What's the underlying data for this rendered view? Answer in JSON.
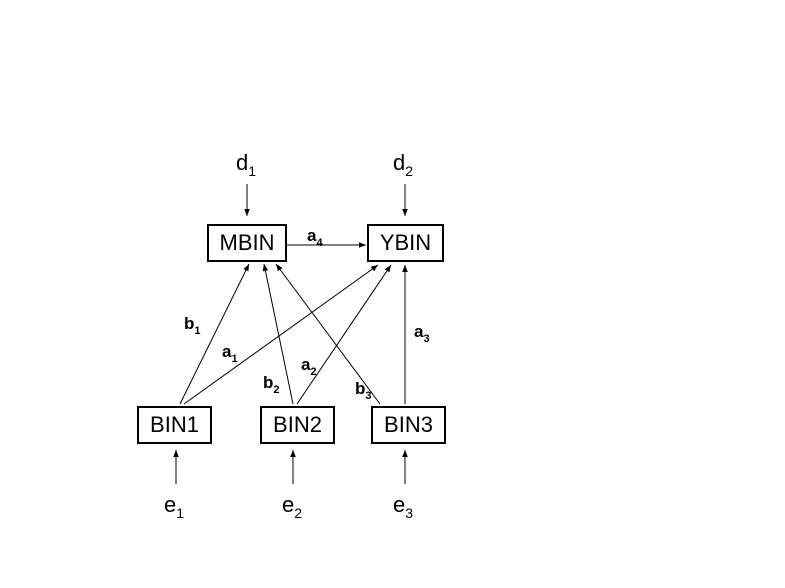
{
  "nodes": {
    "mbin": "MBIN",
    "ybin": "YBIN",
    "bin1": "BIN1",
    "bin2": "BIN2",
    "bin3": "BIN3"
  },
  "disturbances": {
    "d1": {
      "base": "d",
      "sub": "1"
    },
    "d2": {
      "base": "d",
      "sub": "2"
    }
  },
  "errors": {
    "e1": {
      "base": "e",
      "sub": "1"
    },
    "e2": {
      "base": "e",
      "sub": "2"
    },
    "e3": {
      "base": "e",
      "sub": "3"
    }
  },
  "paths": {
    "a1": {
      "base": "a",
      "sub": "1"
    },
    "a2": {
      "base": "a",
      "sub": "2"
    },
    "a3": {
      "base": "a",
      "sub": "3"
    },
    "a4": {
      "base": "a",
      "sub": "4"
    },
    "b1": {
      "base": "b",
      "sub": "1"
    },
    "b2": {
      "base": "b",
      "sub": "2"
    },
    "b3": {
      "base": "b",
      "sub": "3"
    }
  },
  "colors": {
    "stroke": "#000000",
    "background": "#ffffff"
  }
}
